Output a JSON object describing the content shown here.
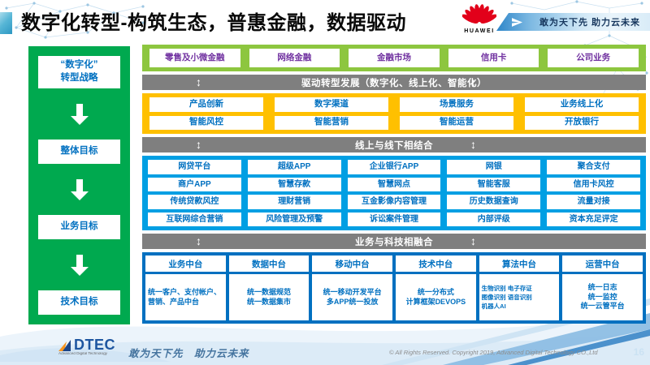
{
  "header": {
    "title": "数字化转型-构筑生态，普惠金融，数据驱动",
    "huawei_label": "HUAWEI",
    "banner_slogan": "敢为天下先 助力云未来"
  },
  "sidebar": {
    "boxes": [
      "“数字化”\n转型战略",
      "整体目标",
      "业务目标",
      "技术目标"
    ]
  },
  "business_row": [
    "零售及小微金融",
    "网络金融",
    "金融市场",
    "信用卡",
    "公司业务"
  ],
  "bands": {
    "drive": "驱动转型发展（数字化、线上化、智能化）",
    "online_offline": "线上与线下相结合",
    "biz_tech": "业务与科技相融合"
  },
  "transform_rows": [
    [
      "产品创新",
      "数字渠道",
      "场景服务",
      "业务线上化"
    ],
    [
      "智能风控",
      "智能营销",
      "智能运营",
      "开放银行"
    ]
  ],
  "channel_rows": [
    [
      "网贷平台",
      "超级APP",
      "企业银行APP",
      "网银",
      "聚合支付"
    ],
    [
      "商户APP",
      "智慧存款",
      "智慧网点",
      "智能客服",
      "信用卡风控"
    ],
    [
      "传统贷款风控",
      "理财营销",
      "互金影像内容管理",
      "历史数据查询",
      "流量对接"
    ],
    [
      "互联网综合营销",
      "风险管理及预警",
      "诉讼案件管理",
      "内部评级",
      "资本充足评定"
    ]
  ],
  "platforms": [
    {
      "title": "业务中台",
      "content": "统一客户、支付帐户、营销、产品中台"
    },
    {
      "title": "数据中台",
      "content": "统一数据规范\n统一数据集市"
    },
    {
      "title": "移动中台",
      "content": "统一移动开发平台\n多APP统一投放"
    },
    {
      "title": "技术中台",
      "content": "统一分布式\n计算框架DEVOPS"
    },
    {
      "title": "算法中台",
      "content": "生物识别 电子存证\n图像识别 语音识别\n机器人AI"
    },
    {
      "title": "运营中台",
      "content": "统一日志\n统一监控\n统一云管平台"
    }
  ],
  "footer": {
    "dtec_name": "DTEC",
    "dtec_sub": "Advanced Digital Technology",
    "slogan": "敢为天下先　助力云未来",
    "copyright": "© All Rights Reserved. Copyright 2019, Advanced Digital Technology CO.,Ltd",
    "page_number": "16"
  },
  "icons": {
    "updown_arrow": "↕"
  },
  "colors": {
    "sidebar_green": "#00a94f",
    "row_green": "#8dc63f",
    "band_gray": "#7f7f7f",
    "gold": "#ffc000",
    "cyan": "#009fe3",
    "blue_dark": "#0070c0",
    "purple_text": "#7030a0",
    "huawei_red": "#e2001a",
    "banner_blue": "#2e86c9"
  }
}
